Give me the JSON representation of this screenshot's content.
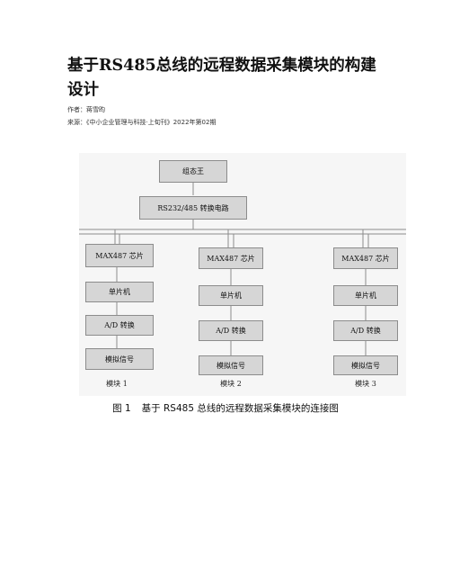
{
  "article": {
    "title": "基于RS485总线的远程数据采集模块的构建设计",
    "author_line": "作者：蒋雪昀",
    "source_line": "来源：《中小企业管理与科技·上旬刊》2022年第02期"
  },
  "figure": {
    "top_box": "组态王",
    "converter_box": "RS232/485 转换电路",
    "modules": [
      {
        "chip": "MAX487 芯片",
        "mcu": "单片机",
        "adc": "A/D 转换",
        "signal": "模拟信号",
        "label": "模块 1"
      },
      {
        "chip": "MAX487 芯片",
        "mcu": "单片机",
        "adc": "A/D 转换",
        "signal": "模拟信号",
        "label": "模块 2"
      },
      {
        "chip": "MAX487 芯片",
        "mcu": "单片机",
        "adc": "A/D 转换",
        "signal": "模拟信号",
        "label": "模块 3"
      }
    ],
    "caption_number": "图 1",
    "caption_text": "基于 RS485 总线的远程数据采集模块的连接图"
  }
}
